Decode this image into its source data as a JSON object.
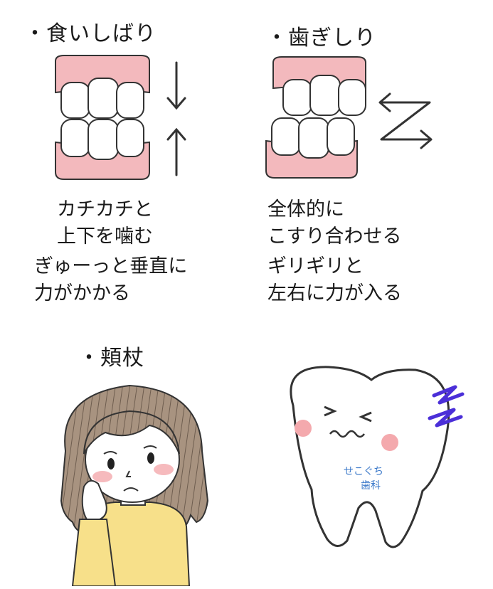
{
  "sections": {
    "clenching": {
      "title": "・食いしばり",
      "lines": [
        "カチカチと",
        "上下を噛む",
        "ぎゅーっと垂直に",
        "力がかかる"
      ]
    },
    "grinding": {
      "title": "・歯ぎしり",
      "lines": [
        "全体的に",
        "こすり合わせる",
        "ギリギリと",
        "左右に力が入る"
      ]
    },
    "cheek_rest": {
      "title": "・頬杖"
    }
  },
  "tooth_character": {
    "clinic_name_line1": "せこぐち",
    "clinic_name_line2": "歯科"
  },
  "colors": {
    "gum": "#f3b9bd",
    "outline": "#333333",
    "lightning": "#4b2fd8",
    "hair": "#a89380",
    "sweater": "#f7e08a",
    "blush": "#f4a9ad",
    "clinic_text": "#3a78c9"
  }
}
